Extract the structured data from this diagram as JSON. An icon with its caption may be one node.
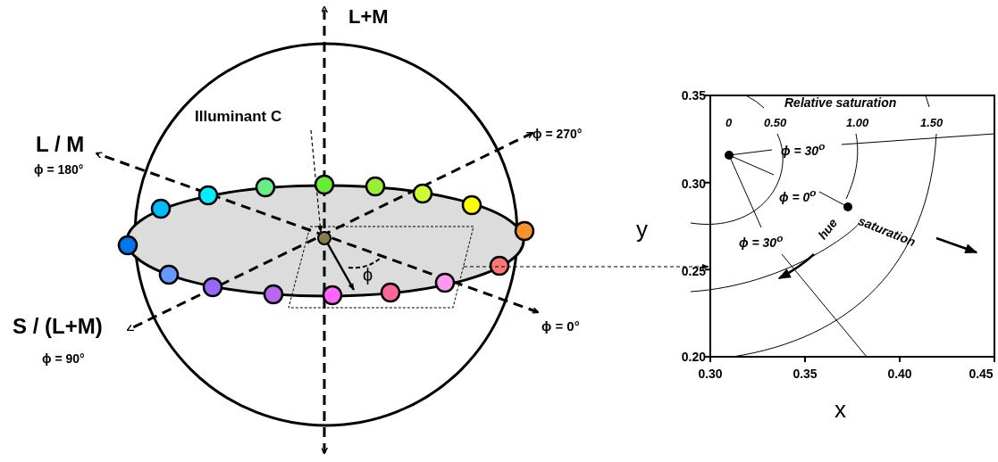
{
  "diagram": {
    "nodes": [
      {
        "text": [
          "Illuminant C"
        ]
      },
      {
        "text": [],
        "shape": "circle",
        "in": 2
      },
      {
        "text": [],
        "shape": "box"
      },
      {
        "text": [],
        "shape": "picture"
      }
    ],
    "edges": [
      {
        "from": 0,
        "to": 1,
        "arrow": "to",
        "style": "dashed"
      },
      {
        "from": 2,
        "to": 3,
        "arrow": "to",
        "style": "dashed"
      }
    ],
    "labels": [
      "L+M",
      "L / M",
      "ϕ = 180°",
      "ϕ = 270°",
      "ϕ",
      "S / (L+M)",
      "ϕ = 0°",
      "ϕ = 90°",
      "0.35",
      "Relative saturation",
      "0",
      "0.50",
      "1.00",
      "1.50",
      "ϕ =   30$^{o}$",
      "0.30",
      "ϕ = 0$^{o}$",
      "y",
      "ϕ = 30$^{o}$",
      "hue",
      "saturation",
      "0.25",
      "0.20",
      "0.30",
      "0.35",
      "0.40",
      "0.45",
      "x"
    ]
  }
}
